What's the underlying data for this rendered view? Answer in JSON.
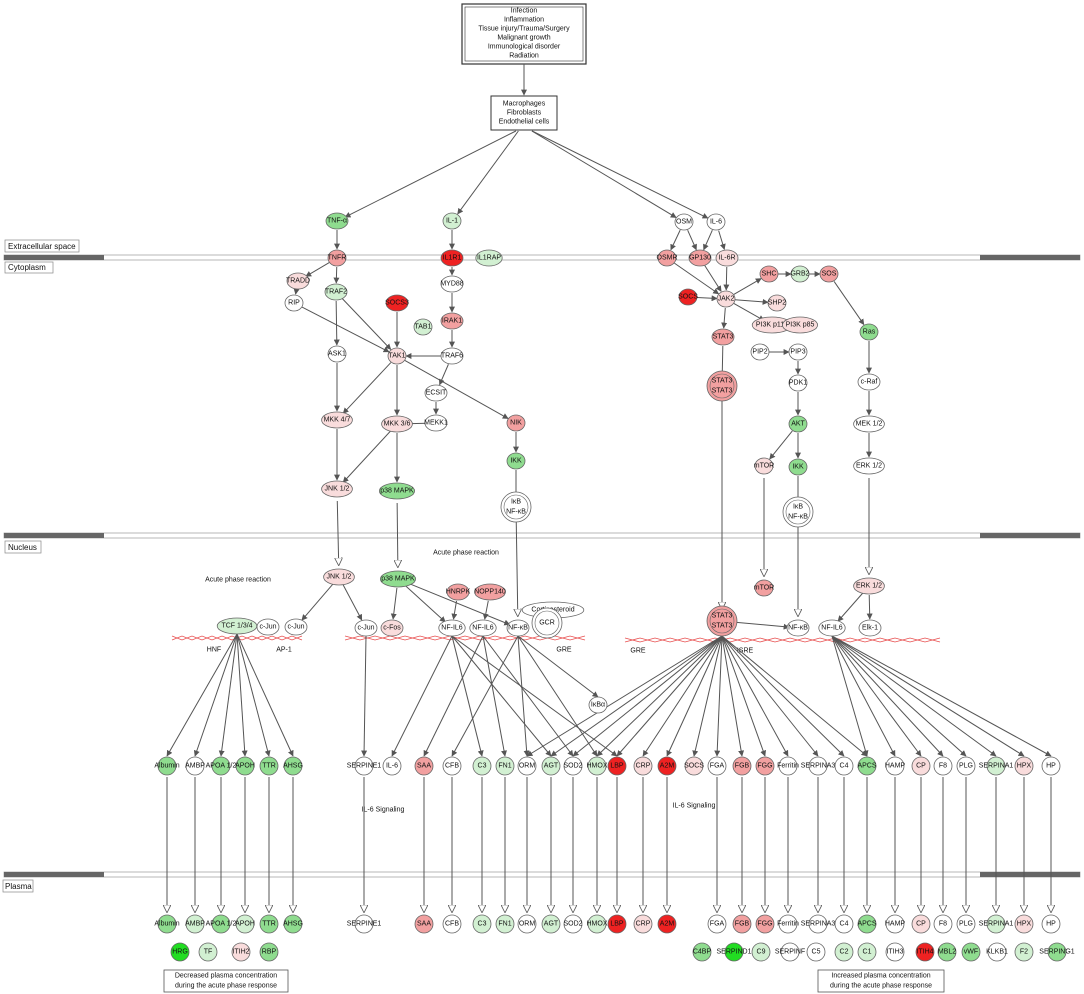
{
  "source_box": [
    "Infection",
    "Inflammation",
    "Tissue injury/Trauma/Surgery",
    "Malignant growth",
    "Immunological disorder",
    "Radiation"
  ],
  "cells_box": [
    "Macrophages",
    "Fibroblasts",
    "Endothelial cells"
  ],
  "sections": {
    "extracellular": "Extracellular space",
    "cytoplasm": "Cytoplasm",
    "nucleus": "Nucleus",
    "plasma": "Plasma"
  },
  "annotations": {
    "acute_phase_1": "Acute phase reaction",
    "acute_phase_2": "Acute phase reaction",
    "hnf": "HNF",
    "ap1": "AP-1",
    "gre1": "GRE",
    "gre2": "GRE",
    "isre": "ISRE",
    "il6_sig1": "IL-6 Signaling",
    "il6_sig2": "IL-6 Signaling",
    "decreased_1": "Decreased plasma concentration",
    "decreased_2": "during the acute phase response",
    "increased_1": "Increased plasma concentration",
    "increased_2": "during the acute phase response"
  },
  "colors": {
    "green": "#8fdc8f",
    "light_green": "#d2f0d2",
    "bright_green": "#22dd22",
    "red": "#ee2222",
    "pink": "#f2a0a0",
    "light_pink": "#f9dcdc",
    "white": "#ffffff"
  },
  "nodes": [
    {
      "id": "TNFa",
      "label": "TNF-α",
      "color": "green",
      "icon": "cytokine-icon"
    },
    {
      "id": "IL1",
      "label": "IL-1",
      "color": "light_green",
      "icon": "cytokine-icon"
    },
    {
      "id": "OSM",
      "label": "OSM",
      "color": "white",
      "icon": "cytokine-icon"
    },
    {
      "id": "IL6top",
      "label": "IL-6",
      "color": "white",
      "icon": "cytokine-icon"
    },
    {
      "id": "TNFR",
      "label": "TNFR",
      "color": "pink",
      "icon": "receptor-icon"
    },
    {
      "id": "IL1R1",
      "label": "IL1R1",
      "color": "red",
      "icon": "receptor-icon"
    },
    {
      "id": "IL1RAP",
      "label": "IL1RAP",
      "color": "light_green",
      "icon": "receptor-icon"
    },
    {
      "id": "OSMR",
      "label": "OSMR",
      "color": "pink",
      "icon": "receptor-icon"
    },
    {
      "id": "GP130",
      "label": "GP130",
      "color": "pink",
      "icon": "receptor-icon"
    },
    {
      "id": "IL6R",
      "label": "IL-6R",
      "color": "light_pink",
      "icon": "receptor-icon"
    },
    {
      "id": "TRADD",
      "label": "TRADD",
      "color": "light_pink",
      "icon": "protein-icon"
    },
    {
      "id": "RIP",
      "label": "RIP",
      "color": "white",
      "icon": "protein-icon"
    },
    {
      "id": "TRAF2",
      "label": "TRAF2",
      "color": "light_green",
      "icon": "protein-icon"
    },
    {
      "id": "SOCS3",
      "label": "SOCS3",
      "color": "red",
      "icon": "protein-icon"
    },
    {
      "id": "TAB1",
      "label": "TAB1",
      "color": "light_green",
      "icon": "protein-icon"
    },
    {
      "id": "MYD88",
      "label": "MYD88",
      "color": "white",
      "icon": "protein-icon"
    },
    {
      "id": "IRAK1",
      "label": "IRAK1",
      "color": "pink",
      "icon": "kinase-icon"
    },
    {
      "id": "ASK1",
      "label": "ASK1",
      "color": "white",
      "icon": "kinase-icon"
    },
    {
      "id": "TAK1",
      "label": "TAK1",
      "color": "light_pink",
      "icon": "kinase-icon"
    },
    {
      "id": "TRAF6",
      "label": "TRAF6",
      "color": "white",
      "icon": "protein-icon"
    },
    {
      "id": "ECSIT",
      "label": "ECSIT",
      "color": "white",
      "icon": "protein-icon"
    },
    {
      "id": "MKK47",
      "label": "MKK 4/7",
      "color": "light_pink",
      "icon": "kinase-icon"
    },
    {
      "id": "MKK36",
      "label": "MKK 3/6",
      "color": "light_pink",
      "icon": "kinase-icon"
    },
    {
      "id": "MEKK1",
      "label": "MEKK1",
      "color": "white",
      "icon": "kinase-icon"
    },
    {
      "id": "NIK",
      "label": "NIK",
      "color": "pink",
      "icon": "kinase-icon"
    },
    {
      "id": "IKKl",
      "label": "IKK",
      "color": "green",
      "icon": "kinase-icon"
    },
    {
      "id": "JNK12c",
      "label": "JNK 1/2",
      "color": "light_pink",
      "icon": "kinase-icon"
    },
    {
      "id": "p38c",
      "label": "p38 MAPK",
      "color": "green",
      "icon": "kinase-icon"
    },
    {
      "id": "IkBNFkBl",
      "label": "IκB NF-κB",
      "color": "white",
      "icon": "complex-icon"
    },
    {
      "id": "SHC",
      "label": "SHC",
      "color": "pink",
      "icon": "protein-icon"
    },
    {
      "id": "GRB2",
      "label": "GRB2",
      "color": "light_green",
      "icon": "protein-icon"
    },
    {
      "id": "SOS",
      "label": "SOS",
      "color": "pink",
      "icon": "protein-icon"
    },
    {
      "id": "SOCS",
      "label": "SOCS",
      "color": "red",
      "icon": "protein-icon"
    },
    {
      "id": "JAK2",
      "label": "JAK2",
      "color": "light_pink",
      "icon": "kinase-icon"
    },
    {
      "id": "SHP2",
      "label": "SHP2",
      "color": "light_pink",
      "icon": "protein-icon"
    },
    {
      "id": "PI3K110",
      "label": "PI3K p110",
      "color": "light_pink",
      "icon": "kinase-icon"
    },
    {
      "id": "PI3K85",
      "label": "PI3K p85",
      "color": "light_pink",
      "icon": "kinase-icon"
    },
    {
      "id": "STAT3c",
      "label": "STAT3",
      "color": "pink",
      "icon": "tf-icon"
    },
    {
      "id": "Ras",
      "label": "Ras",
      "color": "green",
      "icon": "protein-icon"
    },
    {
      "id": "PIP2",
      "label": "PIP2",
      "color": "white",
      "icon": "chemical-icon"
    },
    {
      "id": "PIP3",
      "label": "PIP3",
      "color": "white",
      "icon": "chemical-icon"
    },
    {
      "id": "STAT3d",
      "label": "STAT3 STAT3",
      "color": "pink",
      "icon": "complex-icon"
    },
    {
      "id": "PDK1",
      "label": "PDK1",
      "color": "white",
      "icon": "kinase-icon"
    },
    {
      "id": "cRaf",
      "label": "c-Raf",
      "color": "white",
      "icon": "kinase-icon"
    },
    {
      "id": "AKT",
      "label": "AKT",
      "color": "green",
      "icon": "kinase-icon"
    },
    {
      "id": "MEK12",
      "label": "MEK 1/2",
      "color": "white",
      "icon": "kinase-icon"
    },
    {
      "id": "mTORc",
      "label": "mTOR",
      "color": "light_pink",
      "icon": "kinase-icon"
    },
    {
      "id": "IKKr",
      "label": "IKK",
      "color": "green",
      "icon": "kinase-icon"
    },
    {
      "id": "ERK12c",
      "label": "ERK 1/2",
      "color": "white",
      "icon": "kinase-icon"
    },
    {
      "id": "IkBNFkBr",
      "label": "IκB NF-κB",
      "color": "white",
      "icon": "complex-icon"
    },
    {
      "id": "JNK12n",
      "label": "JNK 1/2",
      "color": "light_pink",
      "icon": "kinase-icon"
    },
    {
      "id": "p38n",
      "label": "p38 MAPK",
      "color": "green",
      "icon": "kinase-icon"
    },
    {
      "id": "TCF",
      "label": "TCF 1/3/4",
      "color": "light_green",
      "icon": "tf-icon"
    },
    {
      "id": "cJun1",
      "label": "c-Jun",
      "color": "white",
      "icon": "tf-icon"
    },
    {
      "id": "cJun2",
      "label": "c-Jun",
      "color": "white",
      "icon": "tf-icon"
    },
    {
      "id": "HNRPK",
      "label": "HNRPK",
      "color": "pink",
      "icon": "tf-icon"
    },
    {
      "id": "NOPP140",
      "label": "NOPP140",
      "color": "pink",
      "icon": "tf-icon"
    },
    {
      "id": "Corticosteroid",
      "label": "Corticosteroid",
      "color": "white",
      "icon": "chemical-icon"
    },
    {
      "id": "GCR",
      "label": "GCR",
      "color": "white",
      "icon": "complex-icon"
    },
    {
      "id": "cJun3",
      "label": "c-Jun",
      "color": "white",
      "icon": "tf-icon"
    },
    {
      "id": "cFos",
      "label": "c-Fos",
      "color": "light_pink",
      "icon": "tf-icon"
    },
    {
      "id": "NFIL6a",
      "label": "NF-IL6",
      "color": "white",
      "icon": "tf-icon"
    },
    {
      "id": "NFIL6b",
      "label": "NF-IL6",
      "color": "white",
      "icon": "tf-icon"
    },
    {
      "id": "NFkBl",
      "label": "NF-κB",
      "color": "white",
      "icon": "tf-icon"
    },
    {
      "id": "STAT3n",
      "label": "STAT3 STAT3",
      "color": "pink",
      "icon": "complex-icon"
    },
    {
      "id": "mTORn",
      "label": "mTOR",
      "color": "pink",
      "icon": "kinase-icon"
    },
    {
      "id": "NFkBr",
      "label": "NF-κB",
      "color": "white",
      "icon": "tf-icon"
    },
    {
      "id": "ERK12n",
      "label": "ERK 1/2",
      "color": "light_pink",
      "icon": "kinase-icon"
    },
    {
      "id": "NFIL6r",
      "label": "NF-IL6",
      "color": "white",
      "icon": "tf-icon"
    },
    {
      "id": "Elk1",
      "label": "Elk-1",
      "color": "white",
      "icon": "tf-icon"
    },
    {
      "id": "IkBa",
      "label": "IκBα",
      "color": "white",
      "icon": "protein-icon"
    }
  ],
  "genes_nucleus": [
    {
      "label": "Albumin",
      "color": "green"
    },
    {
      "label": "AMBP",
      "color": "white"
    },
    {
      "label": "APOA 1/2",
      "color": "green"
    },
    {
      "label": "APOH",
      "color": "green"
    },
    {
      "label": "TTR",
      "color": "green"
    },
    {
      "label": "AHSG",
      "color": "green"
    },
    {
      "label": "SERPINE1",
      "color": "white"
    },
    {
      "label": "IL-6",
      "color": "white"
    },
    {
      "label": "SAA",
      "color": "pink"
    },
    {
      "label": "CFB",
      "color": "white"
    },
    {
      "label": "C3",
      "color": "light_green"
    },
    {
      "label": "FN1",
      "color": "light_green"
    },
    {
      "label": "ORM",
      "color": "white"
    },
    {
      "label": "AGT",
      "color": "light_green"
    },
    {
      "label": "SOD2",
      "color": "white"
    },
    {
      "label": "HMOX",
      "color": "light_green"
    },
    {
      "label": "LBP",
      "color": "red"
    },
    {
      "label": "CRP",
      "color": "light_pink"
    },
    {
      "label": "A2M",
      "color": "red"
    },
    {
      "label": "SOCS",
      "color": "light_pink"
    },
    {
      "label": "FGA",
      "color": "white"
    },
    {
      "label": "FGB",
      "color": "pink"
    },
    {
      "label": "FGG",
      "color": "pink"
    },
    {
      "label": "Ferritin",
      "color": "white"
    },
    {
      "label": "SERPINA3",
      "color": "white"
    },
    {
      "label": "C4",
      "color": "white"
    },
    {
      "label": "APCS",
      "color": "green"
    },
    {
      "label": "HAMP",
      "color": "white"
    },
    {
      "label": "CP",
      "color": "light_pink"
    },
    {
      "label": "F8",
      "color": "white"
    },
    {
      "label": "PLG",
      "color": "white"
    },
    {
      "label": "SERPINA1",
      "color": "light_green"
    },
    {
      "label": "HPX",
      "color": "light_pink"
    },
    {
      "label": "HP",
      "color": "white"
    }
  ],
  "genes_plasma": [
    {
      "label": "Albumin",
      "color": "green"
    },
    {
      "label": "AMBP",
      "color": "light_green"
    },
    {
      "label": "APOA 1/2",
      "color": "green"
    },
    {
      "label": "APOH",
      "color": "light_green"
    },
    {
      "label": "TTR",
      "color": "green"
    },
    {
      "label": "AHSG",
      "color": "green"
    },
    {
      "label": "SERPINE1",
      "color": "white"
    },
    {
      "label": "SAA",
      "color": "pink"
    },
    {
      "label": "CFB",
      "color": "white"
    },
    {
      "label": "C3",
      "color": "light_green"
    },
    {
      "label": "FN1",
      "color": "light_green"
    },
    {
      "label": "ORM",
      "color": "white"
    },
    {
      "label": "AGT",
      "color": "light_green"
    },
    {
      "label": "SOD2",
      "color": "white"
    },
    {
      "label": "HMOX",
      "color": "light_green"
    },
    {
      "label": "LBP",
      "color": "red"
    },
    {
      "label": "CRP",
      "color": "light_pink"
    },
    {
      "label": "A2M",
      "color": "red"
    },
    {
      "label": "FGA",
      "color": "white"
    },
    {
      "label": "FGB",
      "color": "pink"
    },
    {
      "label": "FGG",
      "color": "pink"
    },
    {
      "label": "Ferritin",
      "color": "white"
    },
    {
      "label": "SERPINA3",
      "color": "white"
    },
    {
      "label": "C4",
      "color": "white"
    },
    {
      "label": "APCS",
      "color": "green"
    },
    {
      "label": "HAMP",
      "color": "white"
    },
    {
      "label": "CP",
      "color": "light_pink"
    },
    {
      "label": "F8",
      "color": "white"
    },
    {
      "label": "PLG",
      "color": "white"
    },
    {
      "label": "SERPINA1",
      "color": "light_green"
    },
    {
      "label": "HPX",
      "color": "light_pink"
    },
    {
      "label": "HP",
      "color": "white"
    }
  ],
  "plasma_extra": [
    {
      "label": "HRG",
      "color": "bright_green"
    },
    {
      "label": "TF",
      "color": "light_green"
    },
    {
      "label": "ITIH2",
      "color": "light_pink"
    },
    {
      "label": "RBP",
      "color": "green"
    },
    {
      "label": "C4BP",
      "color": "green"
    },
    {
      "label": "SERPIND1",
      "color": "bright_green"
    },
    {
      "label": "C9",
      "color": "light_green"
    },
    {
      "label": "SERPINF",
      "color": "white"
    },
    {
      "label": "C5",
      "color": "white"
    },
    {
      "label": "C2",
      "color": "light_green"
    },
    {
      "label": "C1",
      "color": "light_green"
    },
    {
      "label": "ITIH3",
      "color": "white"
    },
    {
      "label": "ITIH4",
      "color": "red"
    },
    {
      "label": "MBL2",
      "color": "green"
    },
    {
      "label": "vWF",
      "color": "green"
    },
    {
      "label": "KLKB1",
      "color": "white"
    },
    {
      "label": "F2",
      "color": "light_green"
    },
    {
      "label": "SERPING1",
      "color": "green"
    }
  ]
}
